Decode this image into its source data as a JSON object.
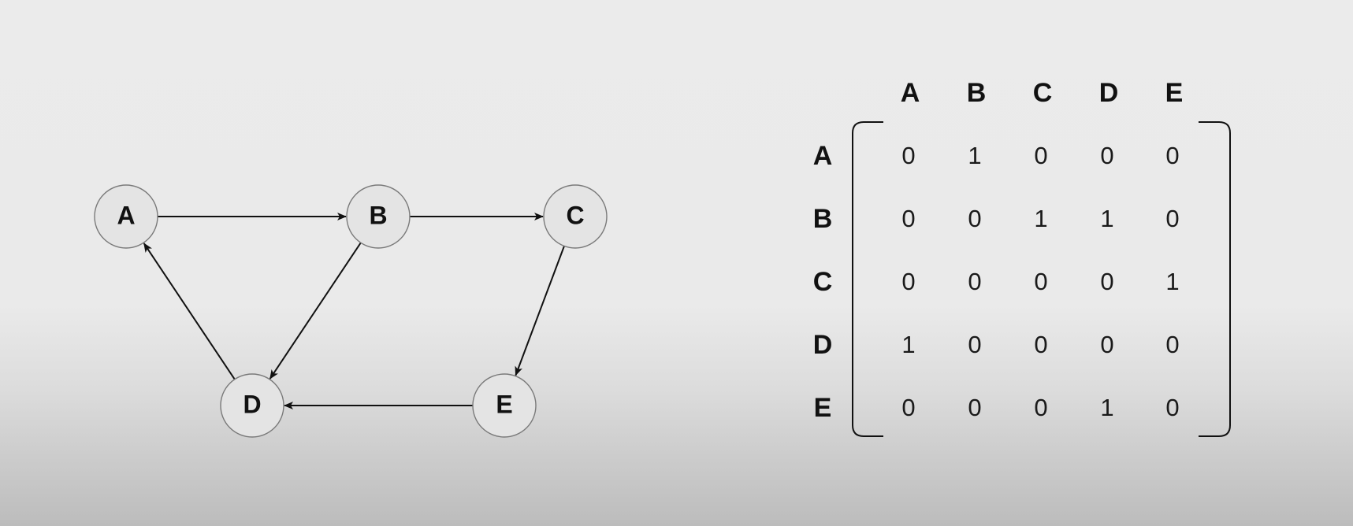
{
  "graph": {
    "nodes": [
      {
        "id": "A",
        "label": "A"
      },
      {
        "id": "B",
        "label": "B"
      },
      {
        "id": "C",
        "label": "C"
      },
      {
        "id": "D",
        "label": "D"
      },
      {
        "id": "E",
        "label": "E"
      }
    ],
    "edges": [
      {
        "from": "A",
        "to": "B"
      },
      {
        "from": "B",
        "to": "C"
      },
      {
        "from": "B",
        "to": "D"
      },
      {
        "from": "C",
        "to": "E"
      },
      {
        "from": "D",
        "to": "A"
      },
      {
        "from": "E",
        "to": "D"
      }
    ]
  },
  "matrix": {
    "columns": [
      "A",
      "B",
      "C",
      "D",
      "E"
    ],
    "rows": [
      "A",
      "B",
      "C",
      "D",
      "E"
    ],
    "values": [
      [
        0,
        1,
        0,
        0,
        0
      ],
      [
        0,
        0,
        1,
        1,
        0
      ],
      [
        0,
        0,
        0,
        0,
        1
      ],
      [
        1,
        0,
        0,
        0,
        0
      ],
      [
        0,
        0,
        0,
        1,
        0
      ]
    ]
  }
}
